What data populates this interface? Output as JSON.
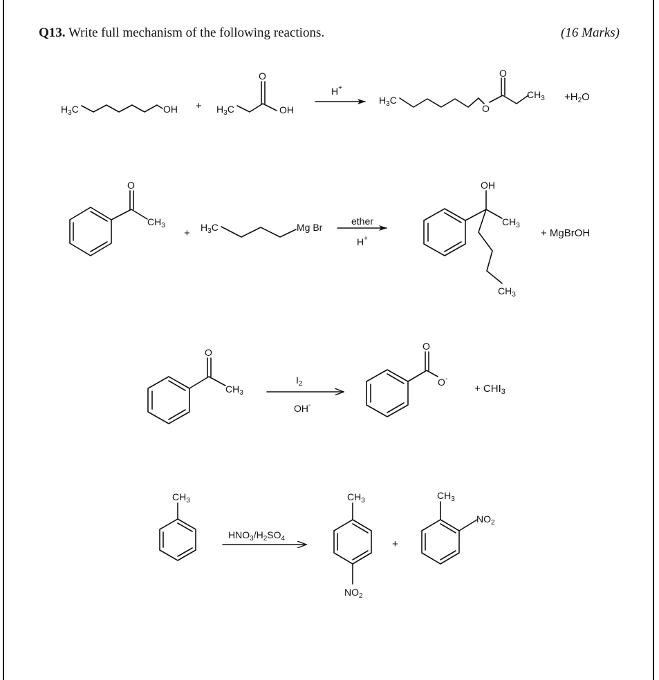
{
  "page": {
    "question_number": "Q13.",
    "question_text": " Write full mechanism of the following reactions.",
    "marks": "(16 Marks)"
  },
  "reactions": [
    {
      "id": 1,
      "type": "Fischer esterification",
      "reactants": [
        "pentan-1-ol (H3C-(CH2)4-OH)",
        "propanoic acid (H3C-CH2-COOH)"
      ],
      "reagents_above": "H+",
      "reagents_below": "",
      "products": [
        "pentyl propanoate",
        "H2O"
      ],
      "labels": {
        "r1_left": "H3C",
        "r1_right": "OH",
        "plus1": "+",
        "r2_left": "H3C",
        "r2_o": "O",
        "r2_oh": "OH",
        "reagent_above": "H",
        "reagent_above_sup": "+",
        "p1_left": "H3C",
        "p1_o_ester": "O",
        "p1_o_carbonyl": "O",
        "p1_right": "CH3",
        "plus_water": "+H2O"
      }
    },
    {
      "id": 2,
      "type": "Grignard addition",
      "reactants": [
        "acetophenone",
        "butylmagnesium bromide (H3C-(CH2)3-MgBr)"
      ],
      "reagents_above": "ether",
      "reagents_below": "H+",
      "products": [
        "2-phenylhexan-2-ol",
        "MgBrOH"
      ],
      "labels": {
        "r1_o": "O",
        "r1_ch3": "CH3",
        "plus1": "+",
        "r2_left": "H3C",
        "r2_right": "Mg Br",
        "reagent_above": "ether",
        "reagent_below": "H",
        "reagent_below_sup": "+",
        "p1_oh": "OH",
        "p1_ch3_a": "CH3",
        "p1_ch3_b": "CH3",
        "plus_byproduct": "+ MgBrOH"
      }
    },
    {
      "id": 3,
      "type": "Haloform (iodoform) reaction",
      "reactants": [
        "acetophenone"
      ],
      "reagents_above": "I2",
      "reagents_below": "OH-",
      "products": [
        "benzoate anion",
        "CHI3"
      ],
      "labels": {
        "r1_o": "O",
        "r1_ch3": "CH3",
        "reagent_above": "I2",
        "reagent_below": "OH",
        "reagent_below_sup": "-",
        "p1_o_carbonyl": "O",
        "p1_o_minus": "O",
        "p1_o_minus_sup": "-",
        "plus_byproduct": "+  CHI3"
      }
    },
    {
      "id": 4,
      "type": "Nitration of toluene",
      "reactants": [
        "toluene"
      ],
      "reagents_above": "HNO3/H2SO4",
      "reagents_below": "",
      "products": [
        "4-nitrotoluene",
        "2-nitrotoluene"
      ],
      "labels": {
        "r1_ch3": "CH3",
        "reagent_above": "HNO3/H2SO4",
        "p1_ch3": "CH3",
        "p1_no2": "NO2",
        "plus": "+",
        "p2_ch3": "CH3",
        "p2_no2": "NO2"
      }
    }
  ]
}
